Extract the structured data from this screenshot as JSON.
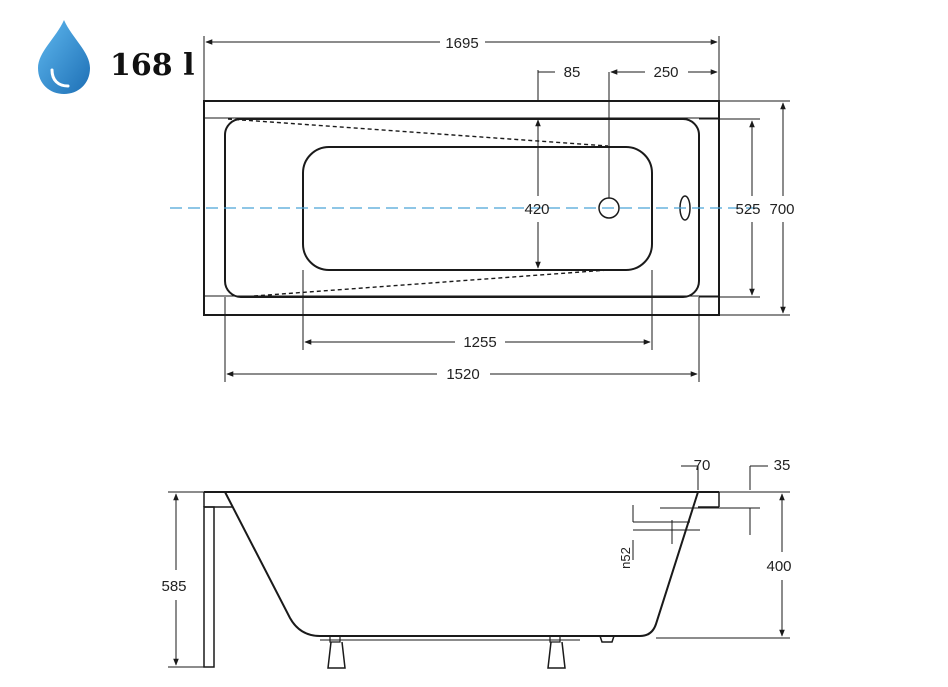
{
  "volume": {
    "label": "168 l"
  },
  "icons": {
    "drop": "water-drop-icon",
    "drop_color": "#2f8fd6"
  },
  "colors": {
    "line": "#1a1a1a",
    "centerline": "#4aa3d8"
  },
  "top_view": {
    "dims": {
      "overall_length": "1695",
      "drain_offset": "85",
      "drain_from_end": "250",
      "inner_width": "420",
      "basin_width": "525",
      "overall_width": "700",
      "bottom_length": "1255",
      "basin_length": "1520"
    }
  },
  "side_view": {
    "dims": {
      "rim": "70",
      "lip": "35",
      "overflow": "n52",
      "depth": "400",
      "height": "585"
    }
  }
}
